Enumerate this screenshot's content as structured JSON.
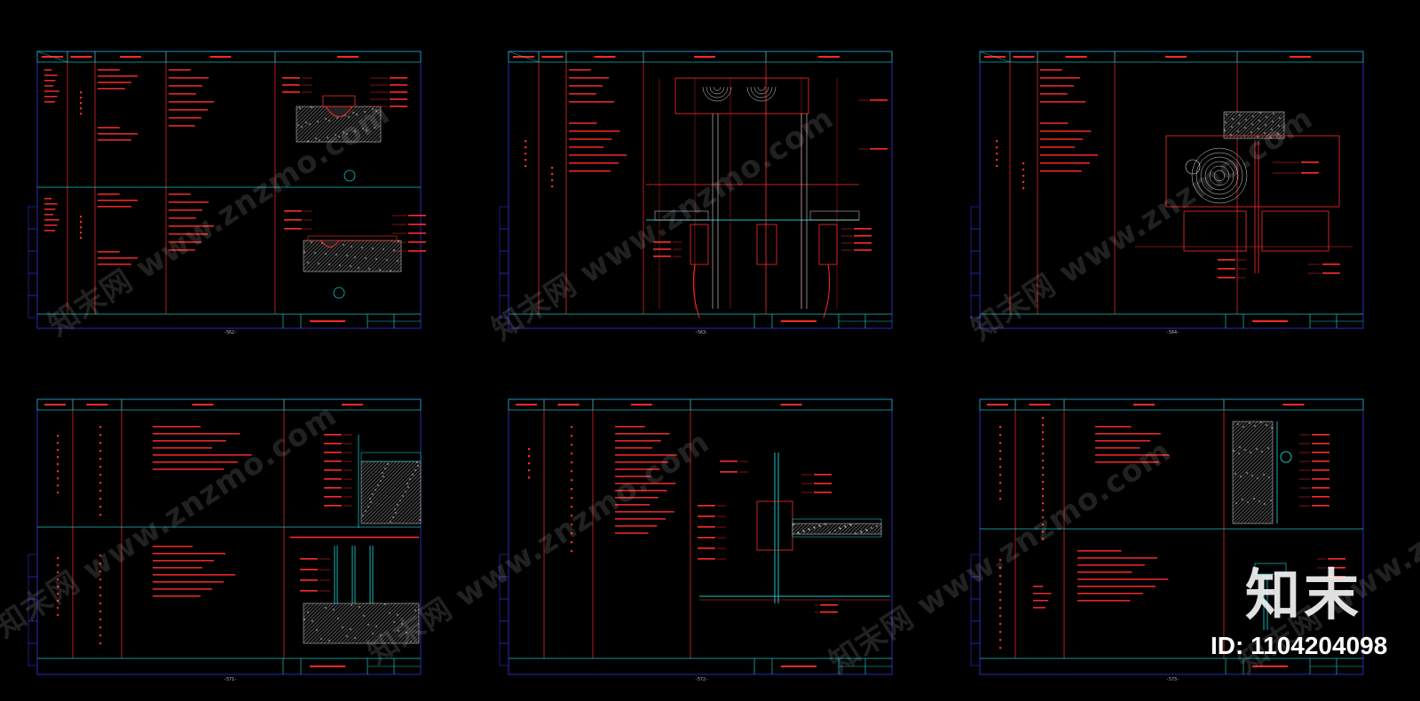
{
  "colors": {
    "frame": "#2a2ab8",
    "grid": "#17c3c3",
    "annotation": "#ff2b2b",
    "hatch": "#ffffff",
    "background": "#000000"
  },
  "sheets": [
    {
      "id": "sheet-1",
      "page_label": "-562-"
    },
    {
      "id": "sheet-2",
      "page_label": "-563-"
    },
    {
      "id": "sheet-3",
      "page_label": "-564-"
    },
    {
      "id": "sheet-4",
      "page_label": "-571-"
    },
    {
      "id": "sheet-5",
      "page_label": "-572-"
    },
    {
      "id": "sheet-6",
      "page_label": "-573-"
    }
  ],
  "watermark": {
    "text": "知末网 www.znzmo.com"
  },
  "brand": {
    "logo": "知末",
    "id_label": "ID: 1104204098"
  }
}
